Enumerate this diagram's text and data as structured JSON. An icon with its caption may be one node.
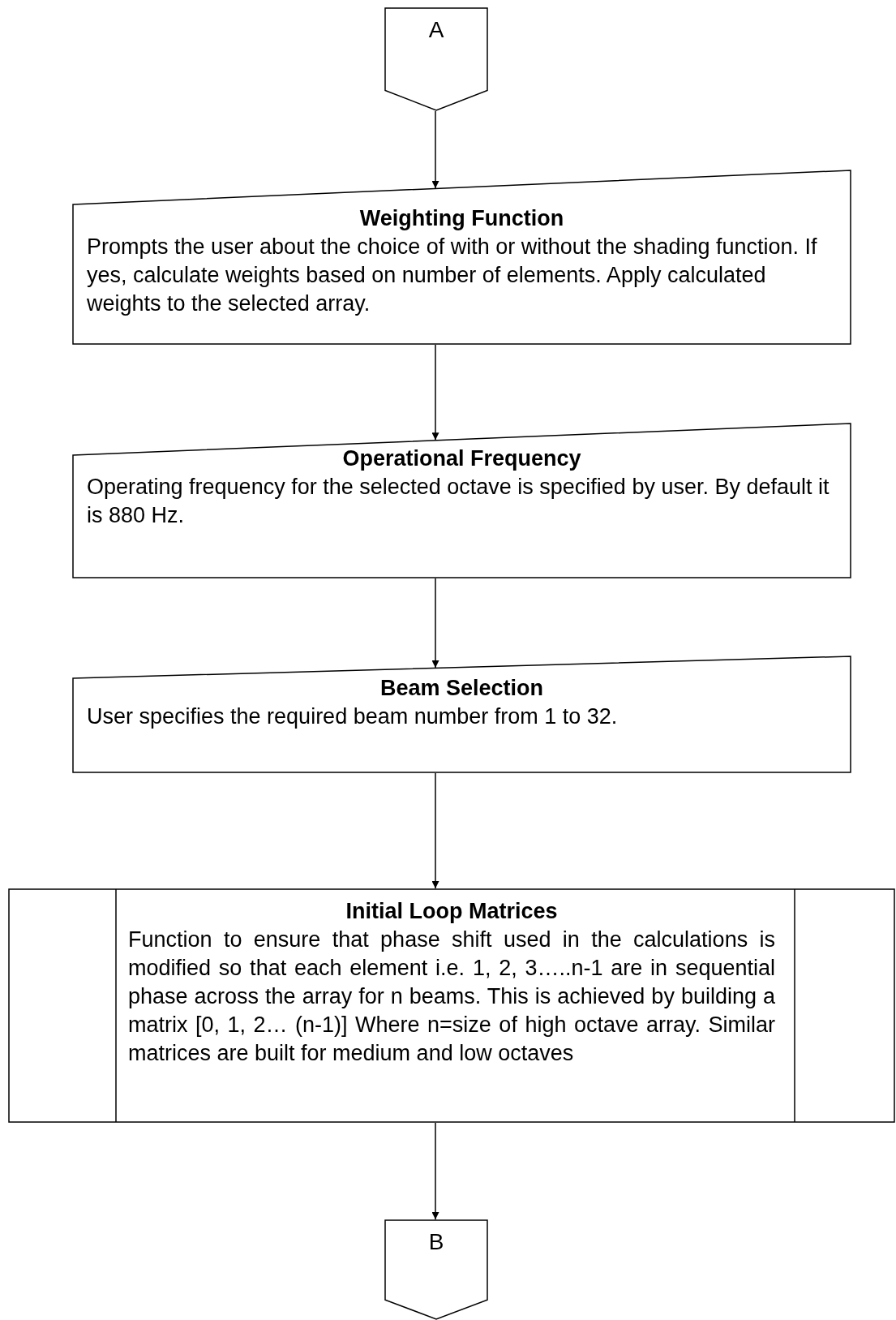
{
  "diagram": {
    "nodes": [
      {
        "text": [
          "A"
        ]
      },
      {
        "text": [
          "Weighting Function",
          "Prompts the user about the choice of with or without the shading function. If yes, calculate weights based on number of elements. Apply calculated weights to the selected array."
        ]
      },
      {
        "text": [
          "Operational Frequency",
          "Operating frequency for the selected octave is specified by user. By default it is 880 Hz."
        ]
      },
      {
        "text": [
          "Beam Selection",
          "User specifies the required beam number from 1 to 32."
        ]
      },
      {
        "text": [
          "Initial Loop Matrices",
          "Function to ensure that phase shift used in the calculations is modified so that each element i.e. 1, 2, 3…..n-1 are in sequential phase across the array for n beams. This is achieved by building a matrix [0, 1, 2… (n-1)] Where n=size of high octave array. Similar matrices are built for medium and low octaves"
        ]
      },
      {
        "text": [
          "B"
        ]
      }
    ],
    "edges": [
      {
        "from": 0,
        "to": 1,
        "arrow": "to"
      },
      {
        "from": 1,
        "to": 2,
        "arrow": "to"
      },
      {
        "from": 2,
        "to": 3,
        "arrow": "to"
      },
      {
        "from": 3,
        "to": 4,
        "arrow": "to"
      },
      {
        "from": 4,
        "to": 5,
        "arrow": "to"
      }
    ]
  }
}
